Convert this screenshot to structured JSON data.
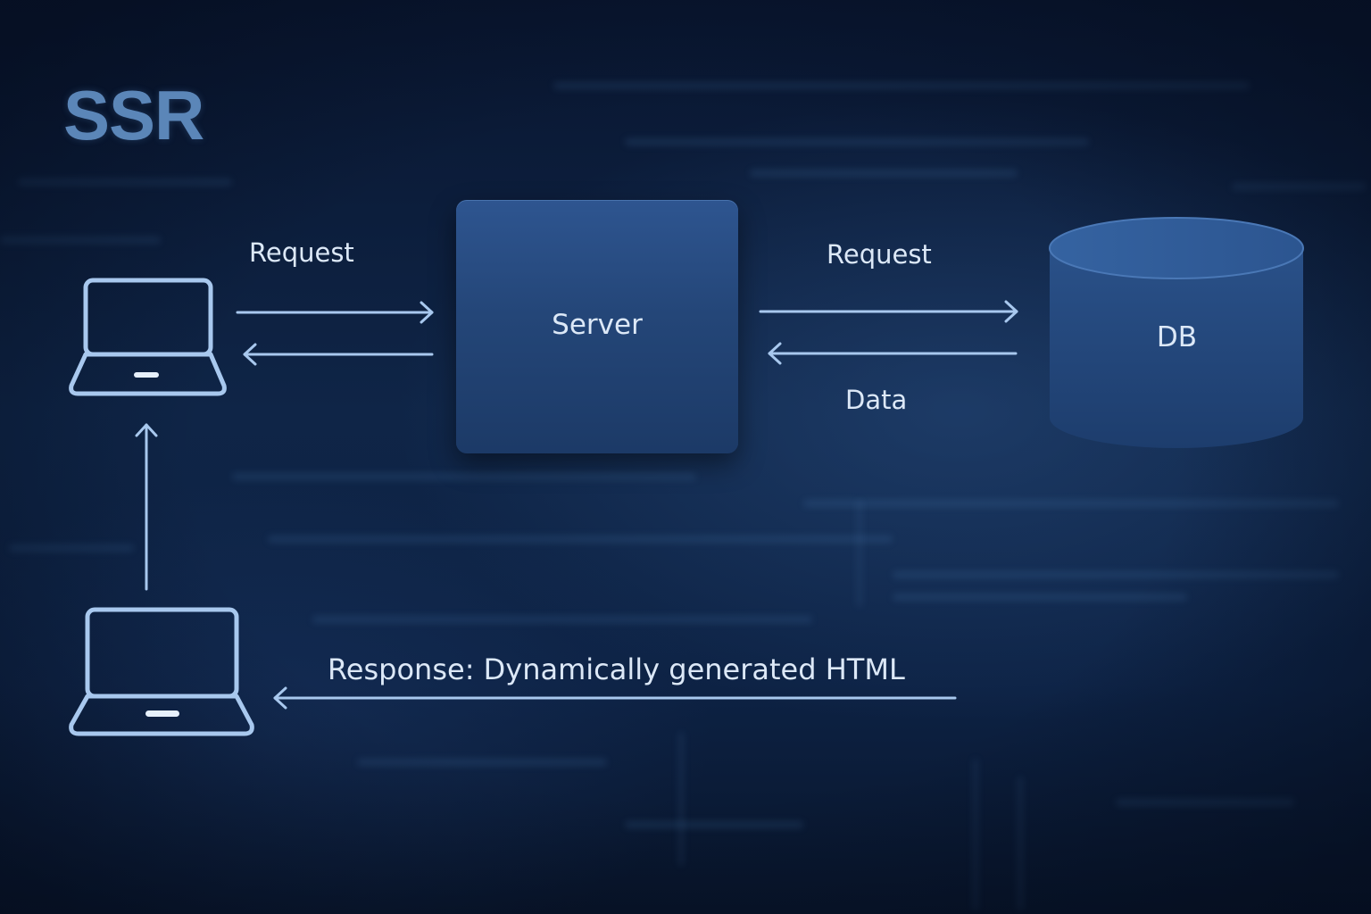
{
  "diagram": {
    "title": "SSR",
    "nodes": {
      "client_top": {
        "icon": "laptop-icon"
      },
      "client_bottom": {
        "icon": "laptop-icon"
      },
      "server": {
        "label": "Server"
      },
      "database": {
        "label": "DB",
        "icon": "database-cylinder-icon"
      }
    },
    "edges": {
      "client_to_server": {
        "label": "Request",
        "direction": "right"
      },
      "server_to_client": {
        "label": "",
        "direction": "left"
      },
      "server_to_db": {
        "label": "Request",
        "direction": "right"
      },
      "db_to_server": {
        "label": "Data",
        "direction": "left"
      },
      "bottom_to_top_client": {
        "label": "",
        "direction": "up"
      },
      "response": {
        "label": "Response: Dynamically generated HTML",
        "direction": "left"
      }
    },
    "colors": {
      "stroke": "#a8c8ee",
      "text": "#dce8f7",
      "title": "#5b86b8",
      "box_fill": "#284d82",
      "background": "#0a1a35"
    }
  }
}
